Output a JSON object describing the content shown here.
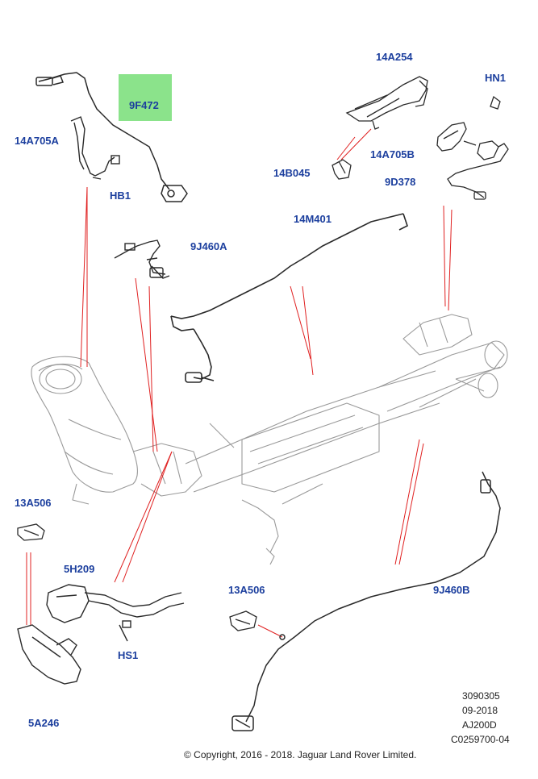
{
  "diagram": {
    "highlighted_part": "9F472",
    "parts": {
      "p_9f472": "9F472",
      "p_14a705a": "14A705A",
      "p_hb1": "HB1",
      "p_9j460a": "9J460A",
      "p_14a254": "14A254",
      "p_hn1": "HN1",
      "p_14a705b": "14A705B",
      "p_14b045": "14B045",
      "p_9d378": "9D378",
      "p_14m401": "14M401",
      "p_13a506_left": "13A506",
      "p_5h209": "5H209",
      "p_hs1": "HS1",
      "p_5a246": "5A246",
      "p_13a506_right": "13A506",
      "p_9j460b": "9J460B"
    },
    "meta": {
      "code": "3090305",
      "date": "09-2018",
      "model": "AJ200D",
      "ref": "C0259700-04"
    },
    "copyright": "© Copyright, 2016 - 2018. Jaguar Land Rover Limited."
  },
  "colors": {
    "label": "#1c3f9e",
    "highlight": "#8be38b",
    "leader": "#e02020",
    "line": "#2a2a2a",
    "ghost": "#9a9a9a"
  }
}
